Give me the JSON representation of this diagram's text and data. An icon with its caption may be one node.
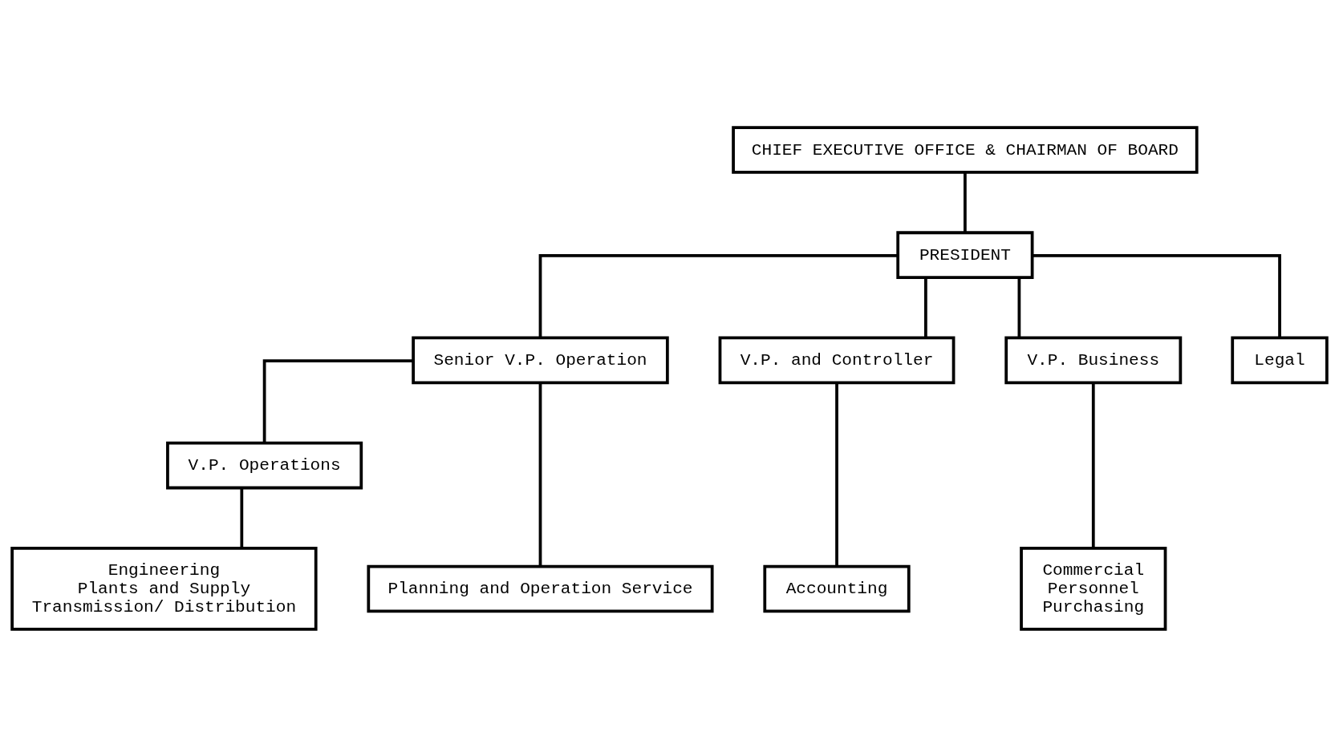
{
  "diagram": {
    "nodes": [
      {
        "text": [
          "CHIEF EXECUTIVE OFFICE & CHAIRMAN OF BOARD"
        ]
      },
      {
        "text": [
          "PRESIDENT"
        ]
      },
      {
        "text": [
          "Senior V.P. Operation"
        ]
      },
      {
        "text": [
          "V.P. and Controller"
        ]
      },
      {
        "text": [
          "V.P. Business"
        ]
      },
      {
        "text": [
          "Legal"
        ]
      },
      {
        "text": [
          "V.P. Operations"
        ]
      },
      {
        "text": [
          "Engineering",
          "Plants and Supply",
          "Transmission/ Distribution"
        ]
      },
      {
        "text": [
          "Planning and Operation Service"
        ]
      },
      {
        "text": [
          "Accounting"
        ]
      },
      {
        "text": [
          "Commercial",
          "Personnel",
          "Purchasing"
        ]
      }
    ],
    "edges": [
      {
        "from": 0,
        "to": 1,
        "arrow": "none"
      },
      {
        "from": 1,
        "to": 5,
        "arrow": "none"
      },
      {
        "from": 1,
        "to": 2,
        "arrow": "none"
      },
      {
        "from": 1,
        "to": 3,
        "arrow": "none"
      },
      {
        "from": 1,
        "to": 4,
        "arrow": "none"
      },
      {
        "from": 2,
        "to": 6,
        "arrow": "none"
      },
      {
        "from": 2,
        "to": 8,
        "arrow": "none"
      },
      {
        "from": 6,
        "to": 7,
        "arrow": "none"
      },
      {
        "from": 3,
        "to": 9,
        "arrow": "none"
      },
      {
        "from": 4,
        "to": 10,
        "arrow": "none"
      }
    ]
  }
}
